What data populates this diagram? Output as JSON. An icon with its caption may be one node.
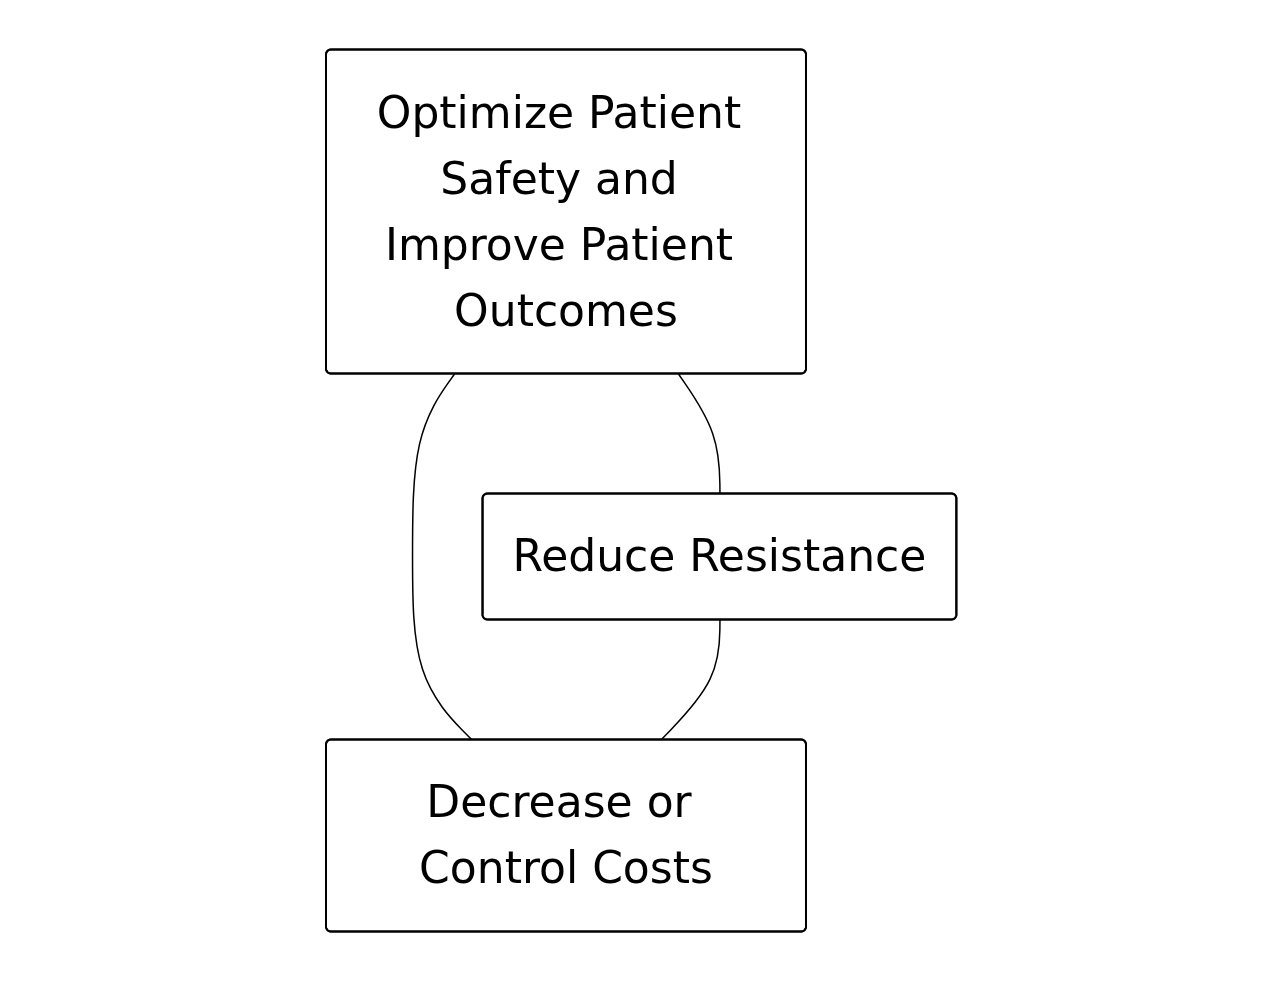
{
  "diagram": {
    "nodes": [
      {
        "text": [
          "Optimize Patient Safety and Improve Patient Outcomes"
        ]
      },
      {
        "text": [
          "Reduce Resistance"
        ]
      },
      {
        "text": [
          "Decrease or Control Costs"
        ]
      }
    ],
    "edges": [
      {
        "from": 0,
        "to": 1,
        "arrow": "none"
      },
      {
        "from": 0,
        "to": 2,
        "arrow": "none"
      },
      {
        "from": 1,
        "to": 2,
        "arrow": "none"
      }
    ]
  }
}
